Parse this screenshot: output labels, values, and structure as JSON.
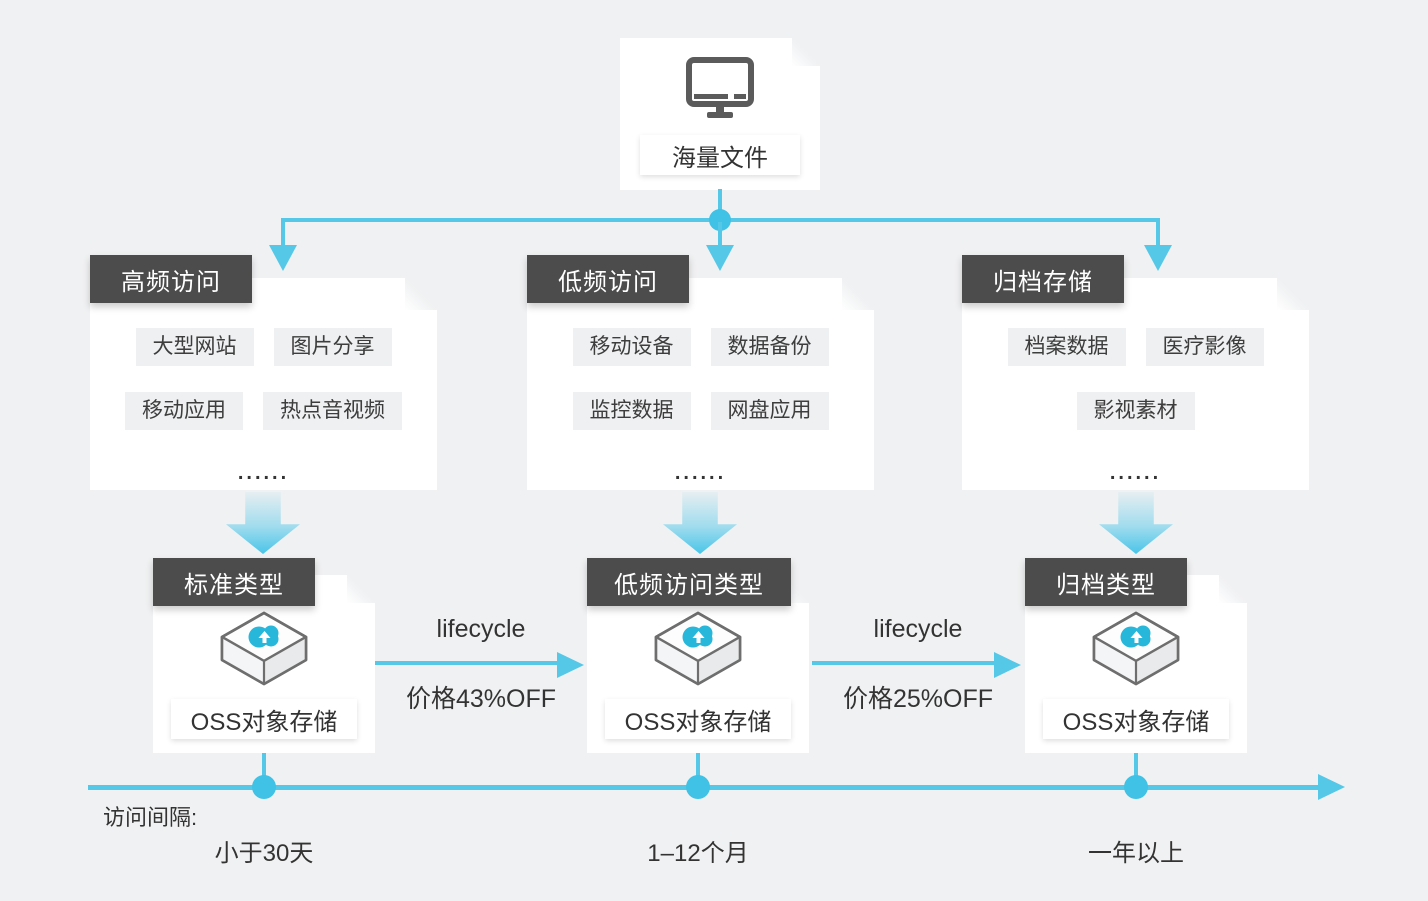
{
  "colors": {
    "background": "#f0f1f2",
    "cyan_line": "#55c8e8",
    "cyan_dot": "#3fc2e5",
    "badge_bg": "#4c4c4c",
    "card_bg": "#ffffff",
    "tag_bg": "#eef0f1",
    "text": "#333333",
    "icon_gray": "#5b5b5b",
    "cloud_cyan": "#27b7da"
  },
  "source": {
    "label": "海量文件",
    "icon": "monitor-icon"
  },
  "categories": [
    {
      "title": "高频访问",
      "tags": [
        "大型网站",
        "图片分享",
        "移动应用",
        "热点音视频"
      ],
      "more": "......"
    },
    {
      "title": "低频访问",
      "tags": [
        "移动设备",
        "数据备份",
        "监控数据",
        "网盘应用"
      ],
      "more": "......"
    },
    {
      "title": "归档存储",
      "tags": [
        "档案数据",
        "医疗影像",
        "影视素材"
      ],
      "more": "......"
    }
  ],
  "storage_types": [
    {
      "title": "标准类型",
      "product": "OSS对象存储",
      "icon": "oss-cube-icon"
    },
    {
      "title": "低频访问类型",
      "product": "OSS对象存储",
      "icon": "oss-cube-icon"
    },
    {
      "title": "归档类型",
      "product": "OSS对象存储",
      "icon": "oss-cube-icon"
    }
  ],
  "transitions": [
    {
      "label": "lifecycle",
      "discount": "价格43%OFF"
    },
    {
      "label": "lifecycle",
      "discount": "价格25%OFF"
    }
  ],
  "timeline": {
    "axis_label": "访问间隔:",
    "ticks": [
      "小于30天",
      "1–12个月",
      "一年以上"
    ]
  }
}
